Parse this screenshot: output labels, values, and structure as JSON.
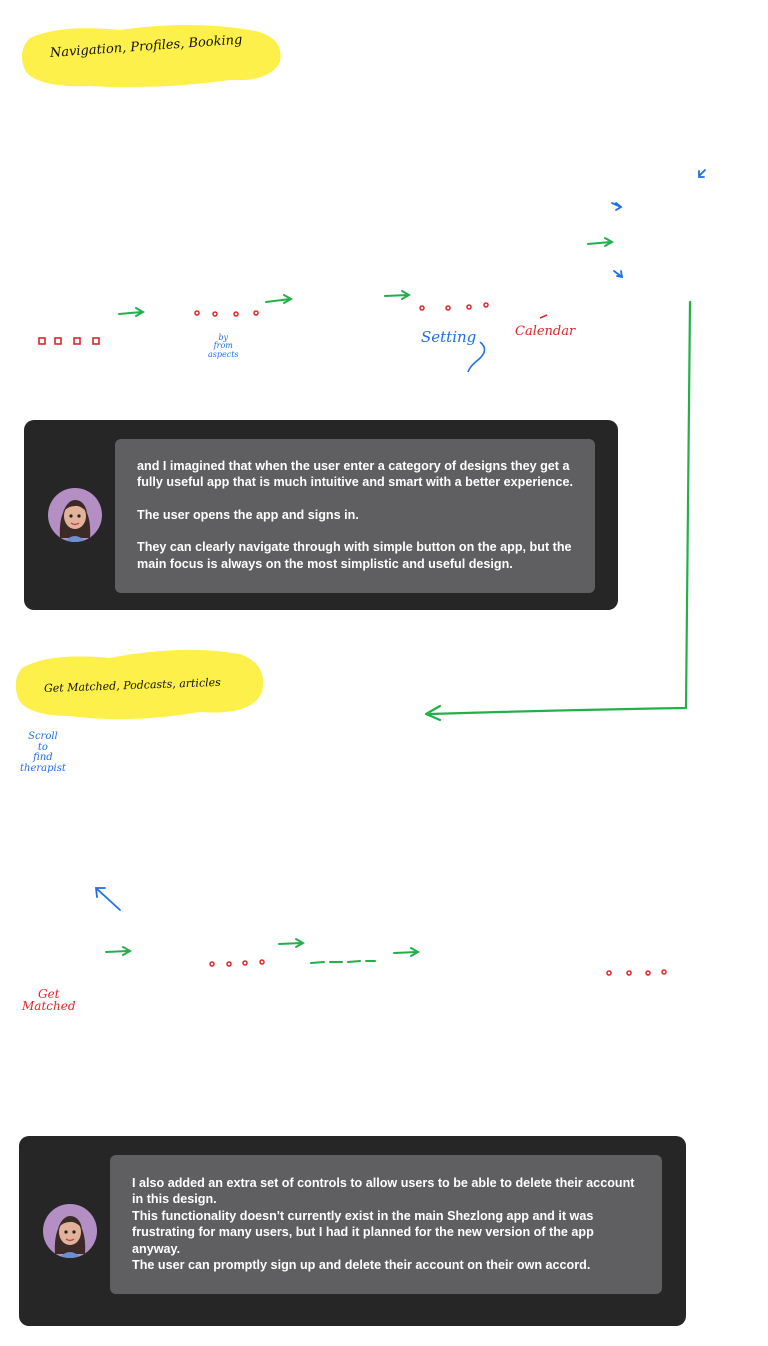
{
  "section1": {
    "title": "Navigation, Profiles, Booking",
    "note_type_from_aspects": "by\nfrom\naspects",
    "note_settings": "Setting",
    "note_calendar": "Calendar"
  },
  "card1": {
    "avatar_icon": "memoji-avatar-icon",
    "paragraphs": [
      "and I imagined that when the user enter a category of designs they get a fully useful app that is much intuitive and smart with a better experience.",
      "The user opens the app and signs in.",
      "They can clearly navigate through with simple button on the app, but the main focus is always on the most simplistic and useful design."
    ]
  },
  "section2": {
    "title": "Get Matched, Podcasts, articles",
    "note_scroll": "Scroll\nto\nfind\ntherapist",
    "note_get_matched": "Get\nMatched"
  },
  "card2": {
    "avatar_icon": "memoji-avatar-icon",
    "lines": [
      "I also added an extra set of controls to allow users to be able to delete their account in this design.",
      "This functionality doesn't currently exist in the main Shezlong app and it was frustrating for many users, but I had it planned for the new version of the app anyway.",
      "The user can promptly sign up and delete their account on their own accord."
    ]
  },
  "colors": {
    "highlight": "#fdf04a",
    "green": "#23b04b",
    "blue": "#1f6fe5",
    "red": "#e0262b",
    "card_bg": "#262626",
    "bubble_bg": "#5f5f61"
  }
}
